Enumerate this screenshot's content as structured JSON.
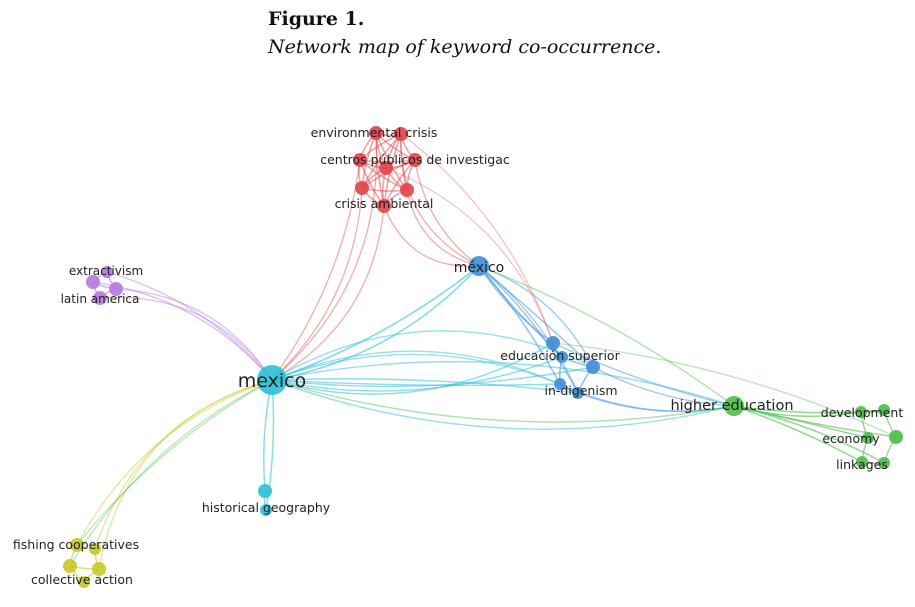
{
  "figure": {
    "title": "Figure 1.",
    "subtitle": "Network map of keyword co-occurrence."
  },
  "clusters": {
    "red": "#e0474c",
    "cyan": "#2fc1d8",
    "blue": "#3f8fd8",
    "purple": "#b57be0",
    "green": "#4fbe4c",
    "yellow": "#c8c82c"
  },
  "network": {
    "labels": [
      {
        "id": "environmental-crisis",
        "text": "environmental crisis"
      },
      {
        "id": "centros-publicos",
        "text": "centros públicos de investigac"
      },
      {
        "id": "crisis-ambiental",
        "text": "crisis ambiental"
      },
      {
        "id": "mexico-accented",
        "text": "méxico"
      },
      {
        "id": "extractivism",
        "text": "extractivism"
      },
      {
        "id": "latin-america",
        "text": "latin america"
      },
      {
        "id": "mexico",
        "text": "mexico"
      },
      {
        "id": "educacion-superior",
        "text": "educación superior"
      },
      {
        "id": "in-digenism",
        "text": "in-digenism"
      },
      {
        "id": "higher-education",
        "text": "higher education"
      },
      {
        "id": "development",
        "text": "development"
      },
      {
        "id": "economy",
        "text": "economy"
      },
      {
        "id": "linkages",
        "text": "linkages"
      },
      {
        "id": "historical-geography",
        "text": "historical geography"
      },
      {
        "id": "fishing-cooperatives",
        "text": "fishing cooperatives"
      },
      {
        "id": "collective-action",
        "text": "collective action"
      }
    ]
  }
}
